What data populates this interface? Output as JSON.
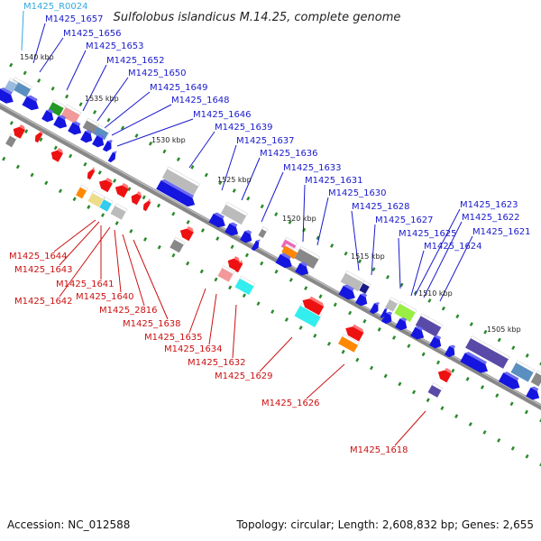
{
  "title": "Sulfolobus islandicus M.14.25, complete genome",
  "footer": {
    "accession": "Accession: NC_012588",
    "stats": "Topology: circular; Length: 2,608,832 bp; Genes: 2,655"
  },
  "kbp_ticks": [
    "1540 kbp",
    "1535 kbp",
    "1530 kbp",
    "1525 kbp",
    "1520 kbp",
    "1515 kbp",
    "1510 kbp",
    "1505 kbp"
  ],
  "labels_cyan": [
    "M1425_R0024"
  ],
  "labels_blue_top": [
    "M1425_1657",
    "M1425_1656",
    "M1425_1653",
    "M1425_1652",
    "M1425_1650",
    "M1425_1649",
    "M1425_1648",
    "M1425_1646",
    "M1425_1639",
    "M1425_1637",
    "M1425_1636",
    "M1425_1633",
    "M1425_1631",
    "M1425_1630",
    "M1425_1628",
    "M1425_1627",
    "M1425_1625",
    "M1425_1624"
  ],
  "labels_blue_right": [
    "M1425_1623",
    "M1425_1622",
    "M1425_1621"
  ],
  "labels_red": [
    "M1425_1644",
    "M1425_1643",
    "M1425_1641",
    "M1425_1642",
    "M1425_1640",
    "M1425_2816",
    "M1425_1638",
    "M1425_1635",
    "M1425_1634",
    "M1425_1632",
    "M1425_1629",
    "M1425_1626",
    "M1425_1618"
  ],
  "colors": {
    "forward_gene": "#1515e0",
    "reverse_gene": "#ee1111",
    "backbone": "#888888",
    "label_blue": "#1a1acd",
    "label_red": "#cc1111",
    "label_cyan": "#33aadd"
  }
}
